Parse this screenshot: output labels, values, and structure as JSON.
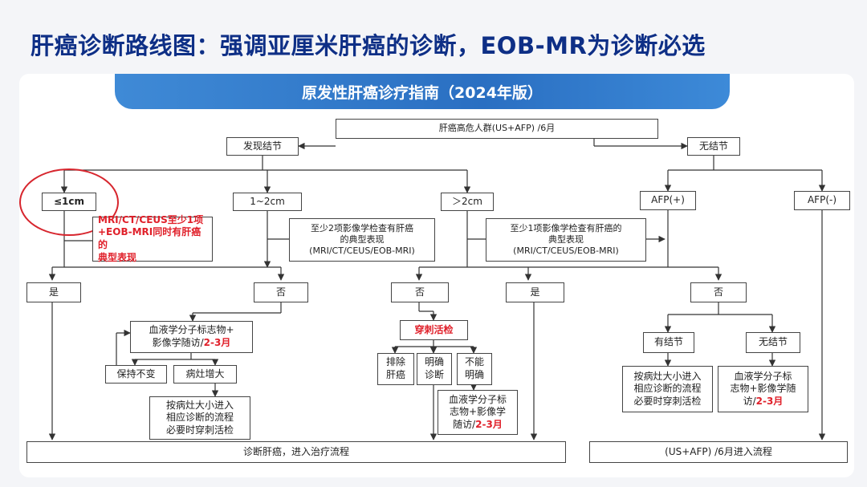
{
  "title": "肝癌诊断路线图：强调亚厘米肝癌的诊断，EOB-MR为诊断必选",
  "guide_title": "原发性肝癌诊疗指南（2024年版）",
  "nodes": {
    "high_risk": "肝癌高危人群(US+AFP) /6月",
    "nodule_found": "发现结节",
    "no_nodule": "无结节",
    "le1cm": "≤1cm",
    "one_two_cm": "1~2cm",
    "gt2cm": "＞2cm",
    "afp_pos": "AFP(+)",
    "afp_neg": "AFP(-)",
    "note_le1cm_line1": "MRI/CT/CEUS至少1项",
    "note_le1cm_line2": "+EOB-MRI同时有肝癌的",
    "note_le1cm_line3": "典型表现",
    "two_imaging_line1": "至少2项影像学检查有肝癌",
    "two_imaging_line2": "的典型表现",
    "two_imaging_line3": "(MRI/CT/CEUS/EOB-MRI)",
    "one_imaging_line1": "至少1项影像学检查有肝癌的",
    "one_imaging_line2": "典型表现",
    "one_imaging_line3": "(MRI/CT/CEUS/EOB-MRI)",
    "yes_left": "是",
    "no_1": "否",
    "no_2": "否",
    "yes_mid": "是",
    "no_right": "否",
    "followup_left_line1": "血液学分子标志物+",
    "followup_left_line2_a": "影像学随访/",
    "followup_left_line2_b": "2-3月",
    "stable": "保持不变",
    "enlarged": "病灶增大",
    "size_flow_left_line1": "按病灶大小进入",
    "size_flow_left_line2": "相应诊断的流程",
    "size_flow_left_line3": "必要时穿刺活检",
    "biopsy": "穿刺活检",
    "exclude_line1": "排除",
    "exclude_line2": "肝癌",
    "confirmed_line1": "明确",
    "confirmed_line2": "诊断",
    "unclear_line1": "不能",
    "unclear_line2": "明确",
    "followup_mid_line1": "血液学分子标",
    "followup_mid_line2": "志物+影像学",
    "followup_mid_line3_a": "随访/",
    "followup_mid_line3_b": "2-3月",
    "has_nodule": "有结节",
    "no_nodule2": "无结节",
    "size_flow_right_line1": "按病灶大小进入",
    "size_flow_right_line2": "相应诊断的流程",
    "size_flow_right_line3": "必要时穿刺活检",
    "followup_right_line1": "血液学分子标",
    "followup_right_line2": "志物+影像学随",
    "followup_right_line3_a": "访/",
    "followup_right_line3_b": "2-3月",
    "diagnose_hcc": "诊断肝癌，进入治疗流程",
    "continue_surveillance": "(US+AFP) /6月进入流程"
  },
  "colors": {
    "title": "#0e2f86",
    "banner": "#2a6fc2",
    "highlight": "#e0202a"
  }
}
